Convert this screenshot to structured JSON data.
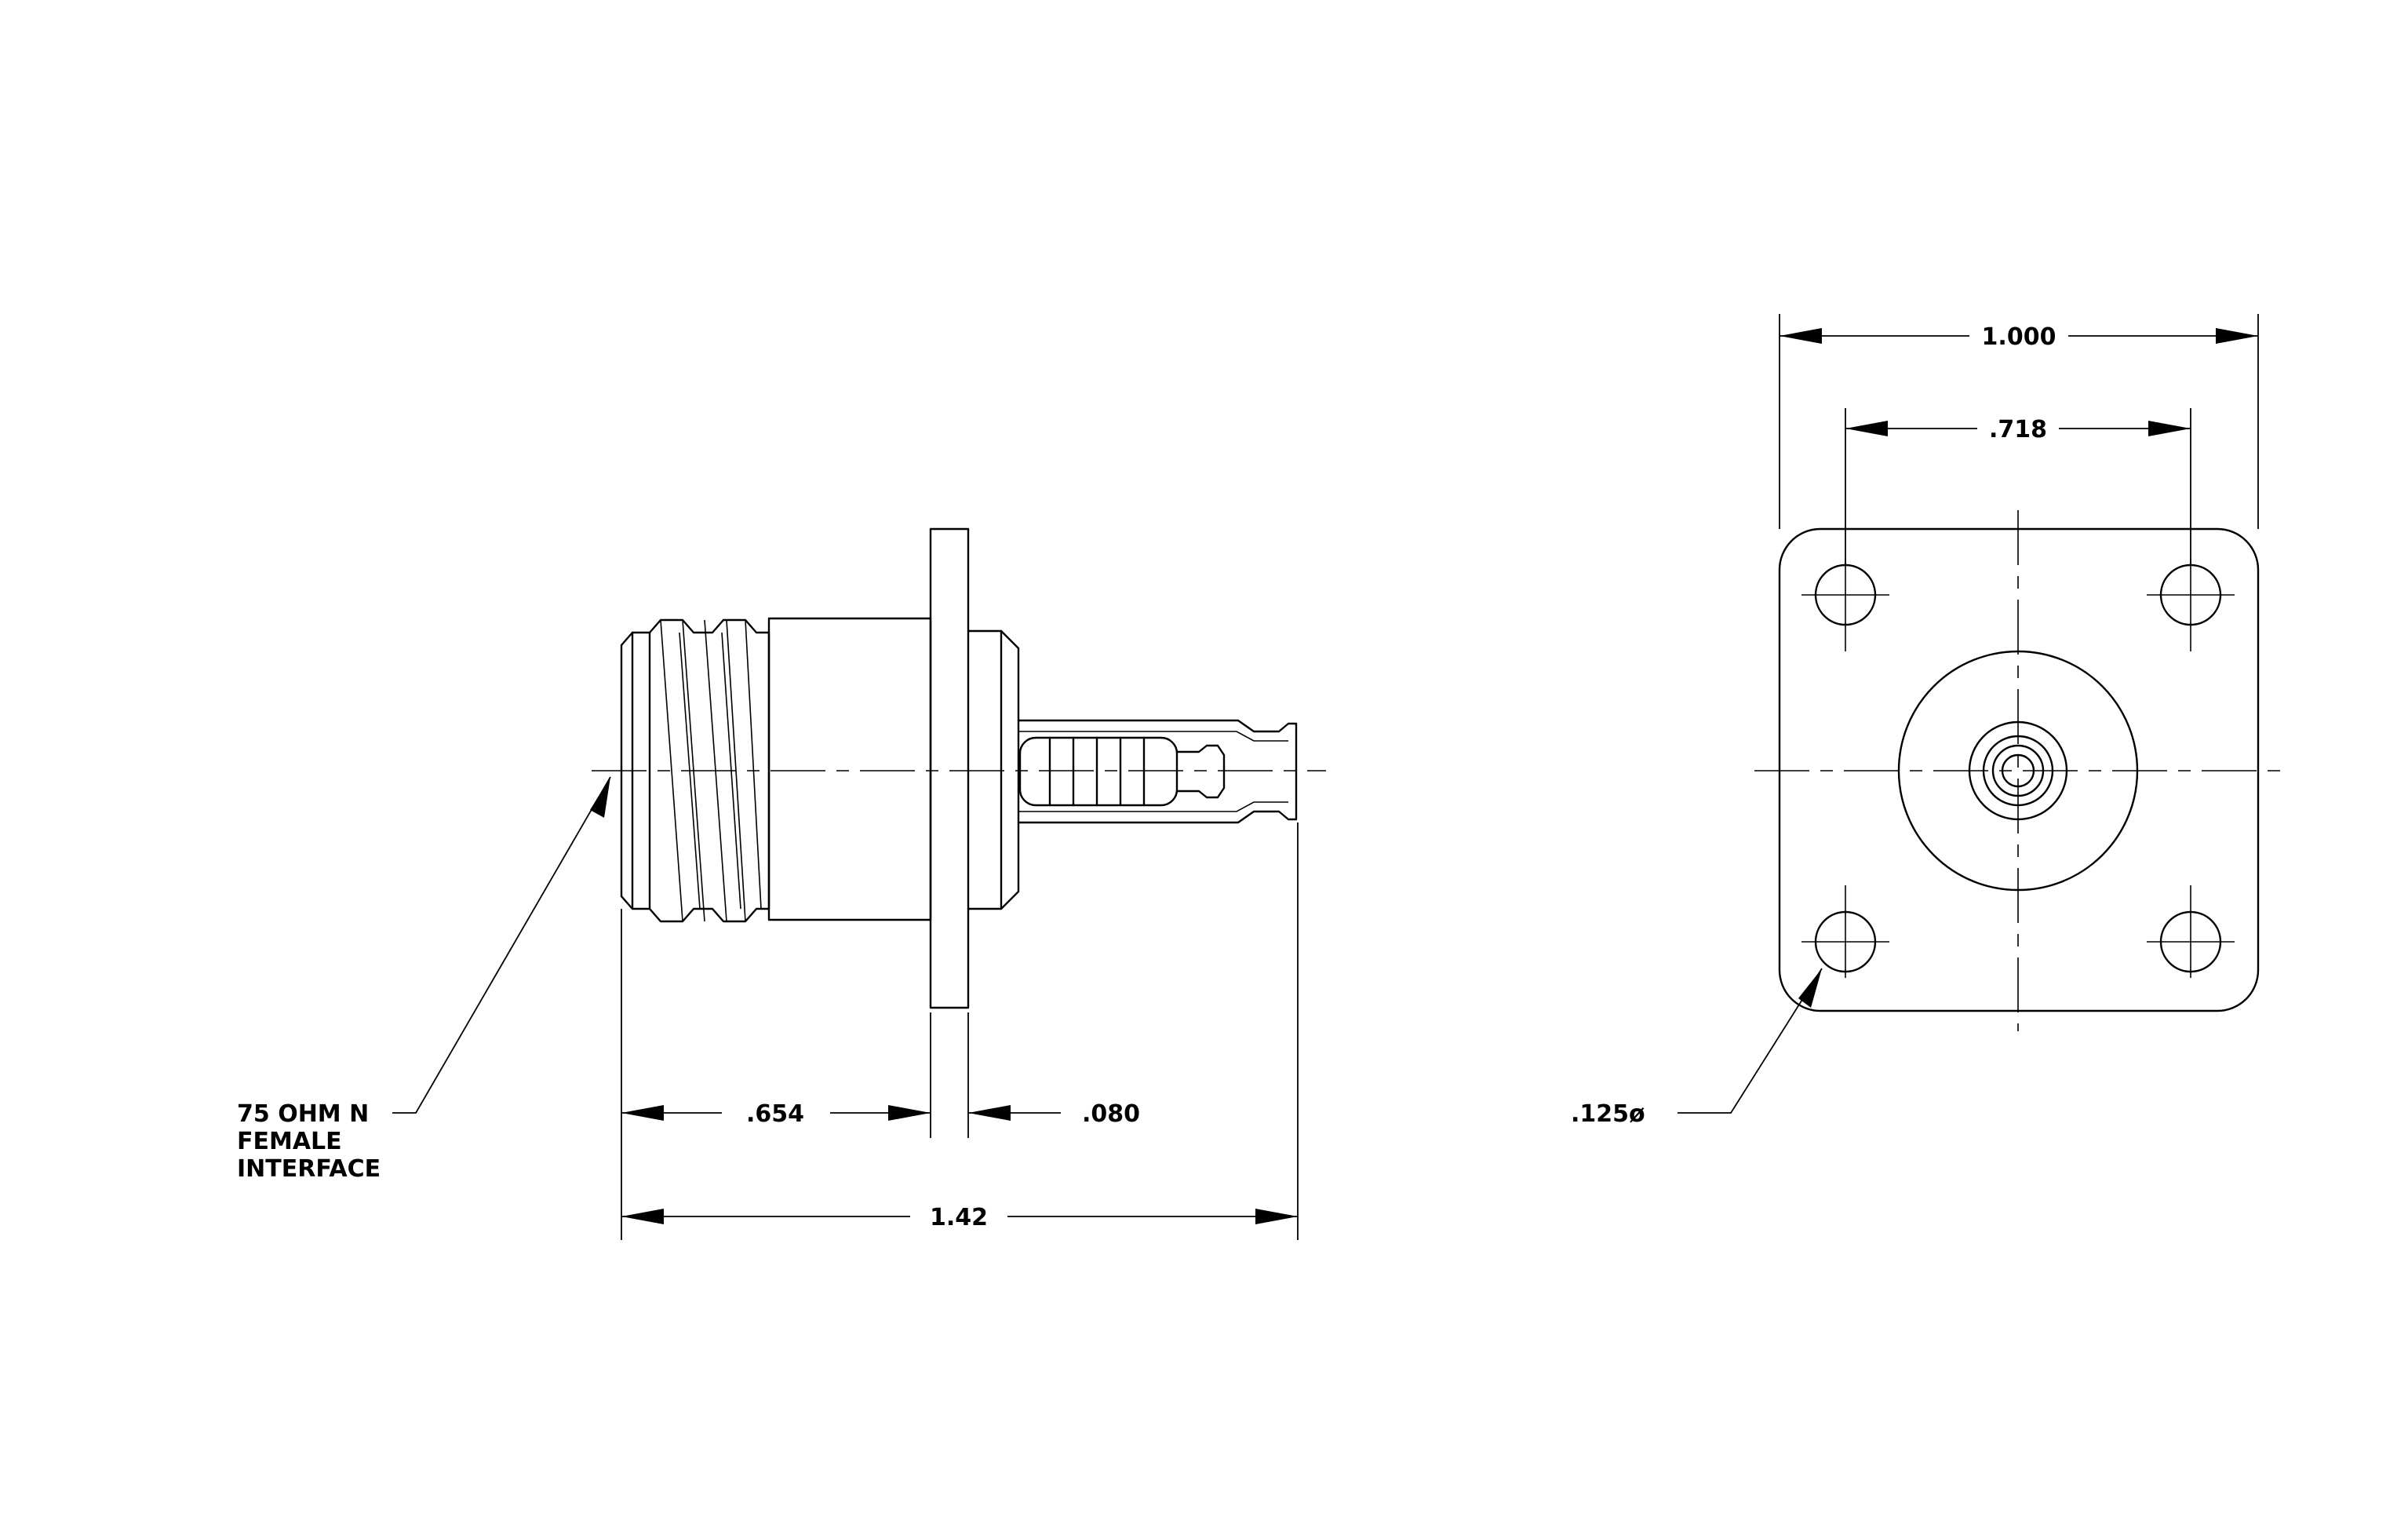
{
  "side_view": {
    "callout_interface": [
      "75 OHM N",
      "FEMALE",
      "INTERFACE"
    ],
    "dim_body_length": ".654",
    "dim_flange_thickness": ".080",
    "dim_overall_length": "1.42"
  },
  "front_view": {
    "dim_flange_width": "1.000",
    "dim_hole_spacing": ".718",
    "dim_hole_diameter": ".125ø"
  }
}
